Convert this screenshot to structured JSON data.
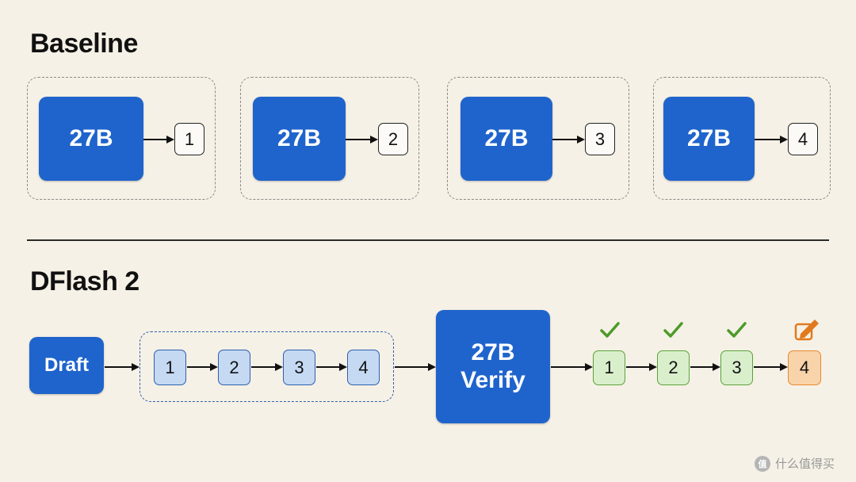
{
  "baseline": {
    "title": "Baseline",
    "blocks": [
      {
        "model": "27B",
        "token": "1"
      },
      {
        "model": "27B",
        "token": "2"
      },
      {
        "model": "27B",
        "token": "3"
      },
      {
        "model": "27B",
        "token": "4"
      }
    ]
  },
  "dflash": {
    "title": "DFlash 2",
    "draft_label": "Draft",
    "draft_tokens": [
      "1",
      "2",
      "3",
      "4"
    ],
    "verify_line1": "27B",
    "verify_line2": "Verify",
    "output_tokens": [
      {
        "label": "1",
        "status": "accepted",
        "icon": "check-icon"
      },
      {
        "label": "2",
        "status": "accepted",
        "icon": "check-icon"
      },
      {
        "label": "3",
        "status": "accepted",
        "icon": "check-icon"
      },
      {
        "label": "4",
        "status": "corrected",
        "icon": "edit-icon"
      }
    ]
  },
  "colors": {
    "model_block": "#1f64cc",
    "draft_token": "#c5d9f3",
    "accepted_token": "#d9efcc",
    "corrected_token": "#f9d3a9",
    "check": "#4d9a2a",
    "edit": "#e07a1e"
  },
  "watermark": {
    "logo_text": "值",
    "text": "什么值得买"
  }
}
